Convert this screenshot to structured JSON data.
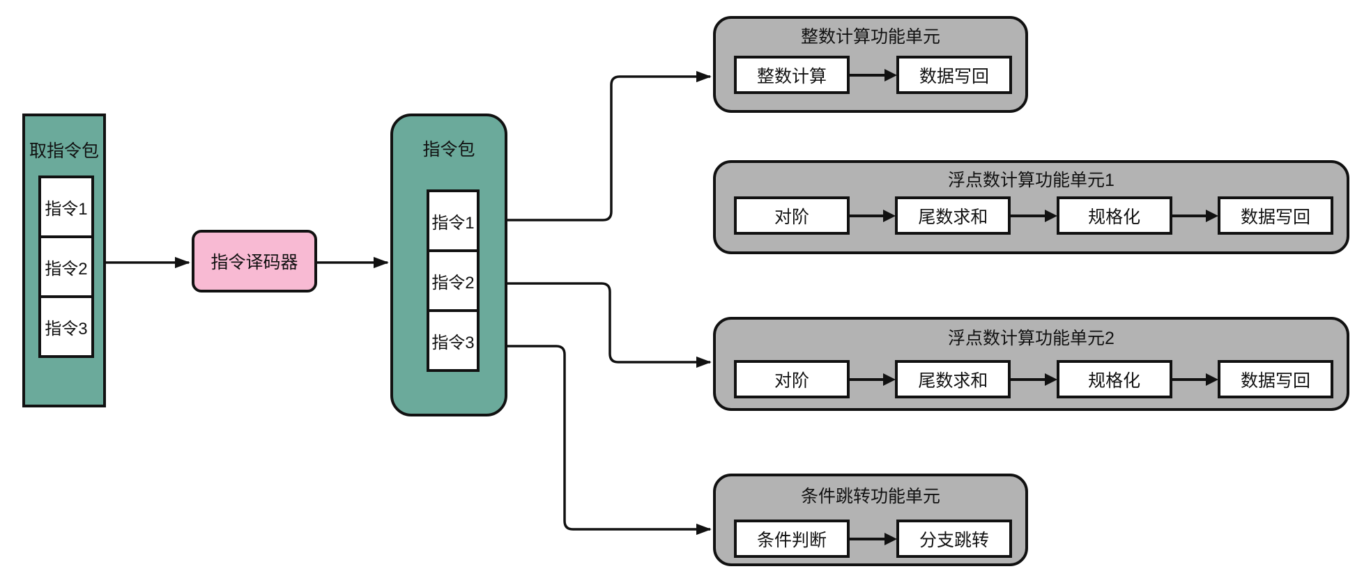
{
  "colors": {
    "teal": "#6BAA9B",
    "pink": "#F8BAD3",
    "gray": "#B3B3B3",
    "line": "#111111",
    "node_fill": "#FFFFFF"
  },
  "fetch_packet": {
    "title": "取指令包",
    "instructions": [
      "指令1",
      "指令2",
      "指令3"
    ]
  },
  "decoder": {
    "label": "指令译码器"
  },
  "instruction_packet": {
    "title": "指令包",
    "instructions": [
      "指令1",
      "指令2",
      "指令3"
    ]
  },
  "units": [
    {
      "title": "整数计算功能单元",
      "stages": [
        "整数计算",
        "数据写回"
      ]
    },
    {
      "title": "浮点数计算功能单元1",
      "stages": [
        "对阶",
        "尾数求和",
        "规格化",
        "数据写回"
      ]
    },
    {
      "title": "浮点数计算功能单元2",
      "stages": [
        "对阶",
        "尾数求和",
        "规格化",
        "数据写回"
      ]
    },
    {
      "title": "条件跳转功能单元",
      "stages": [
        "条件判断",
        "分支跳转"
      ]
    }
  ]
}
